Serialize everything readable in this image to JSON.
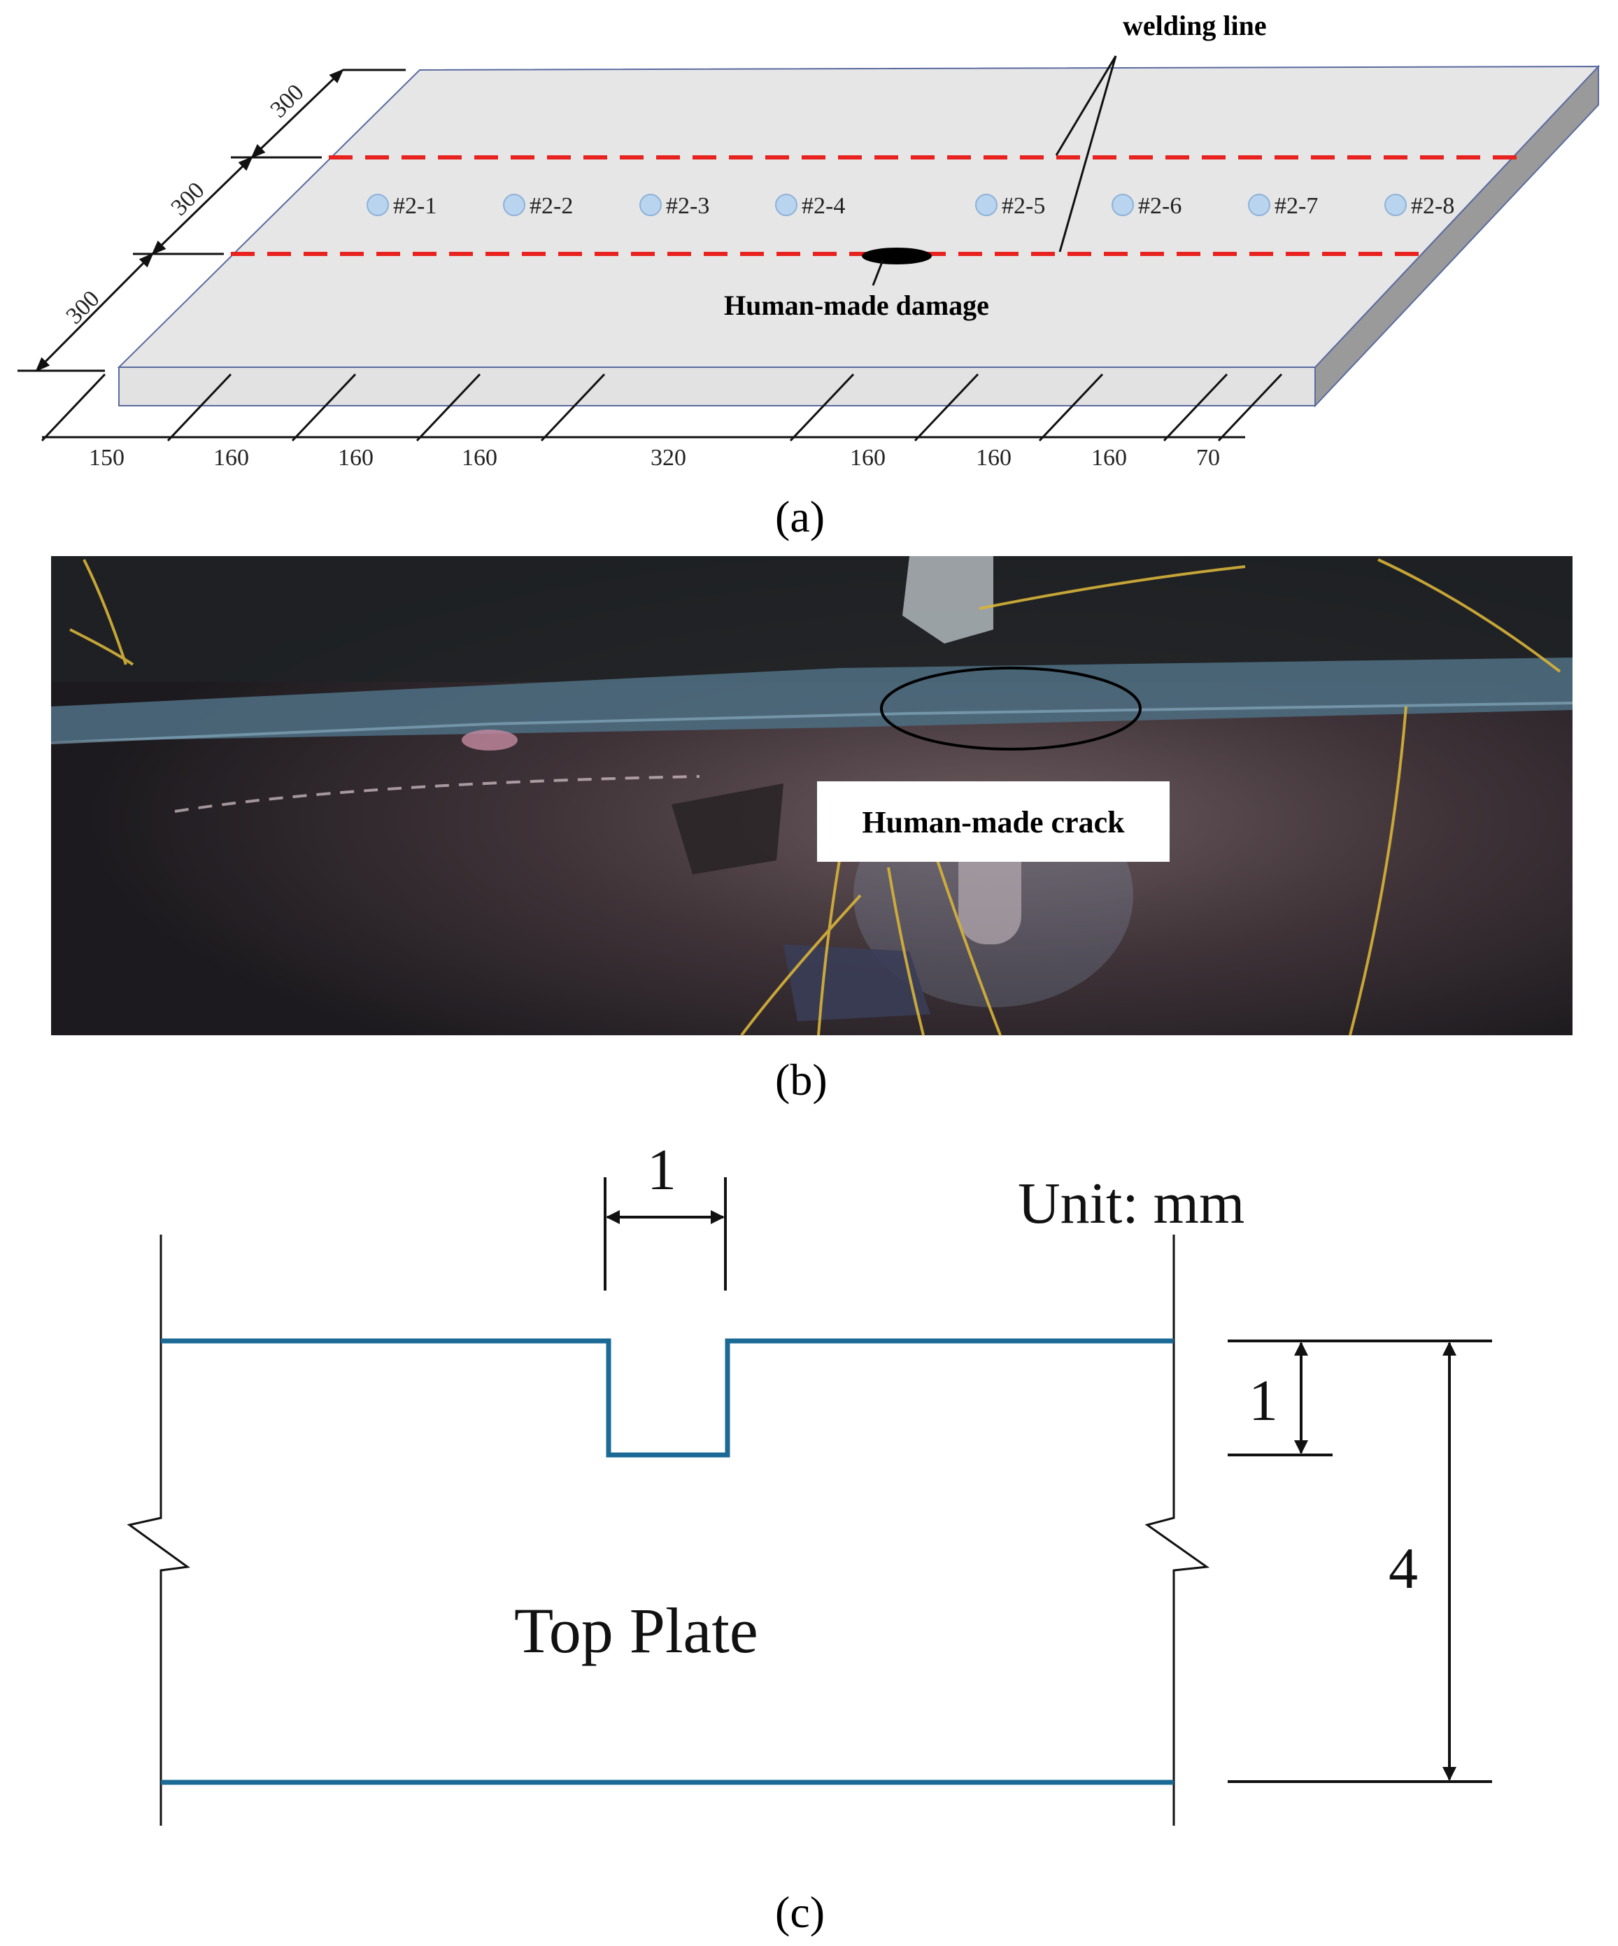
{
  "panel_a": {
    "caption": "(a)",
    "welding_label": "welding line",
    "damage_label": "Human-made damage",
    "sensors": [
      "#2-1",
      "#2-2",
      "#2-3",
      "#2-4",
      "#2-5",
      "#2-6",
      "#2-7",
      "#2-8"
    ],
    "width_dims": [
      "300",
      "300",
      "300"
    ],
    "length_dims": [
      "150",
      "160",
      "160",
      "160",
      "320",
      "160",
      "160",
      "160",
      "70"
    ]
  },
  "panel_b": {
    "caption": "(b)",
    "crack_label": "Human-made crack"
  },
  "panel_c": {
    "caption": "(c)",
    "unit_label": "Unit: mm",
    "plate_label": "Top Plate",
    "notch_width": "1",
    "notch_depth": "1",
    "thickness": "4"
  },
  "colors": {
    "weld_line": "#e8231f",
    "plate_outline": "#1b6a96",
    "sensor_fill": "#b9d4ef"
  }
}
